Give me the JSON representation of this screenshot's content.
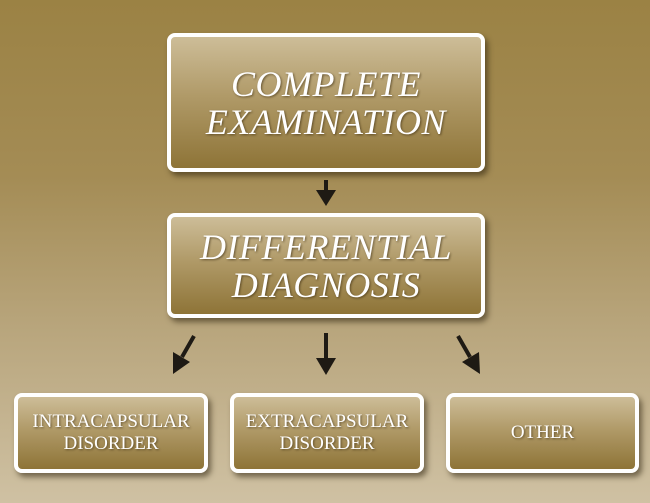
{
  "diagram": {
    "type": "flowchart",
    "nodes": [
      {
        "id": "complete-examination",
        "lines": [
          "COMPLETE",
          "EXAMINATION"
        ]
      },
      {
        "id": "differential-diagnosis",
        "lines": [
          "DIFFERENTIAL",
          "DIAGNOSIS"
        ]
      },
      {
        "id": "intracapsular-disorder",
        "lines": [
          "INTRACAPSULAR",
          "DISORDER"
        ]
      },
      {
        "id": "extracapsular-disorder",
        "lines": [
          "EXTRACAPSULAR",
          "DISORDER"
        ]
      },
      {
        "id": "other",
        "lines": [
          "OTHER"
        ]
      }
    ],
    "edges": [
      {
        "from": "complete-examination",
        "to": "differential-diagnosis"
      },
      {
        "from": "differential-diagnosis",
        "to": "intracapsular-disorder"
      },
      {
        "from": "differential-diagnosis",
        "to": "extracapsular-disorder"
      },
      {
        "from": "differential-diagnosis",
        "to": "other"
      }
    ],
    "colors": {
      "background_top": "#9b8244",
      "background_bottom": "#cfc1a3",
      "box_fill_top": "#cdbd98",
      "box_fill_bottom": "#8e7437",
      "box_border": "#ffffff",
      "text": "#ffffff",
      "arrow": "#1e1a14"
    }
  }
}
